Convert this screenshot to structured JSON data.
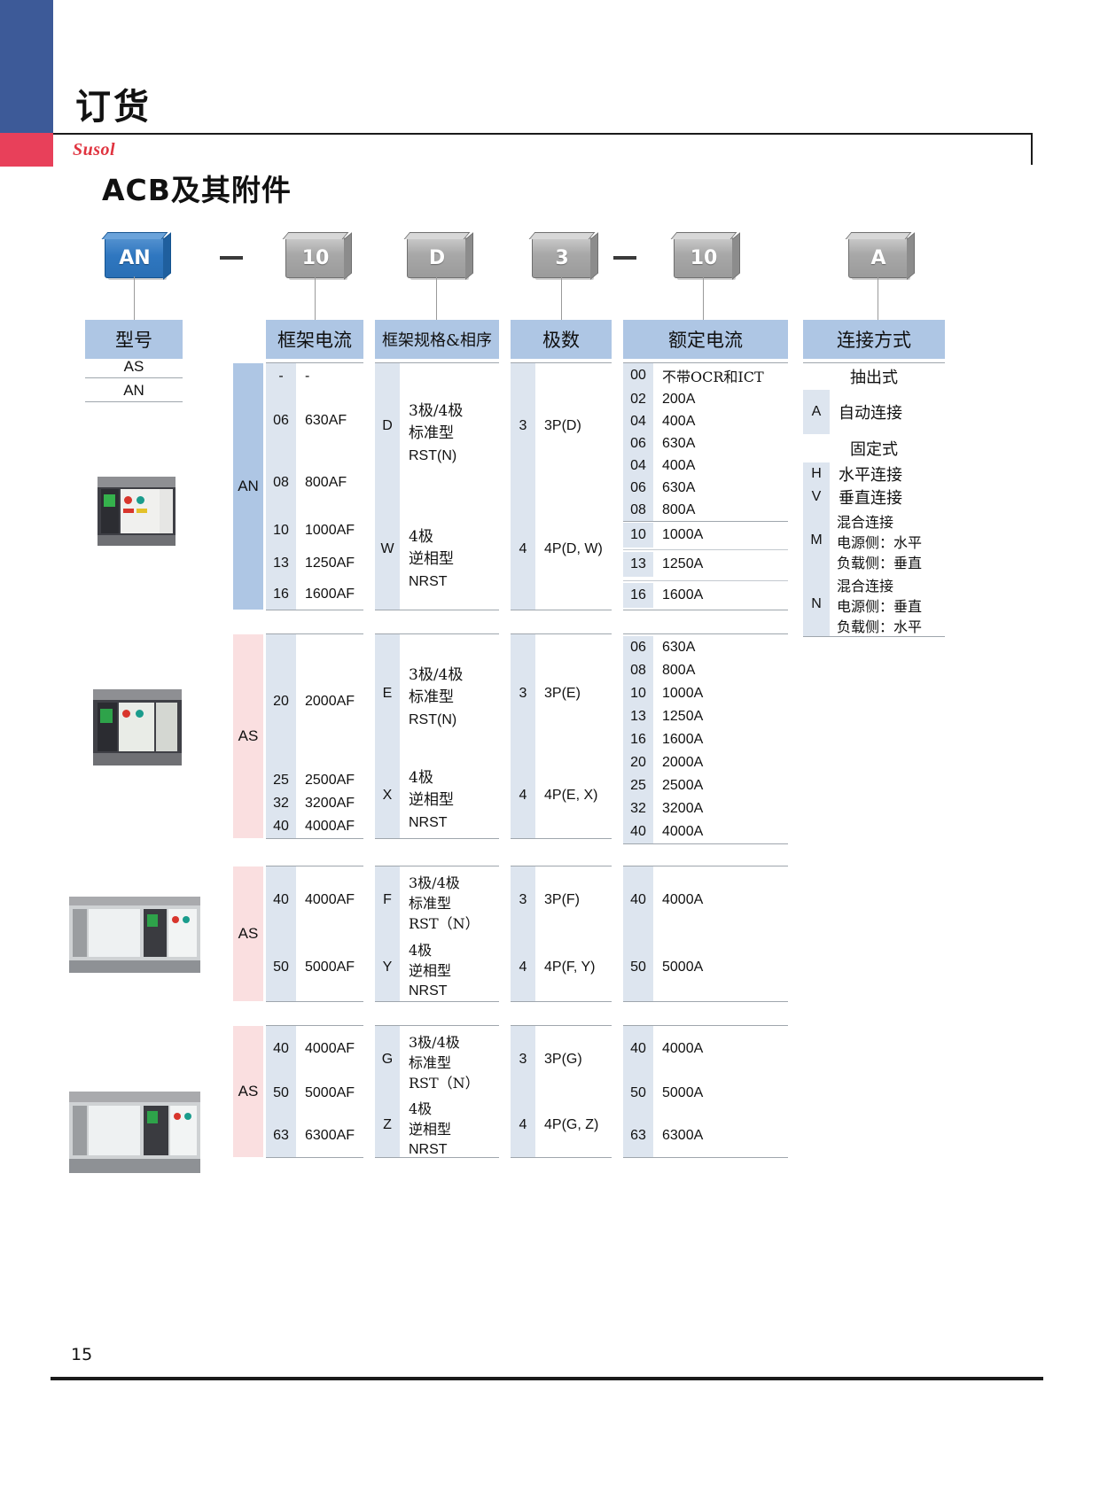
{
  "page": {
    "header_title": "订货",
    "brand": "Susol",
    "section_title": "ACB及其附件",
    "page_number": "15",
    "accent_blue": "#3d5a98",
    "accent_red": "#e8405a",
    "header_chip_blue": "#aec6e4",
    "model_an_color": "#aec6e4",
    "model_as_color": "#fadfe0"
  },
  "code_badges": [
    {
      "label": "AN",
      "style": "blue"
    },
    {
      "label": "10",
      "style": "grey"
    },
    {
      "label": "D",
      "style": "grey"
    },
    {
      "label": "3",
      "style": "grey"
    },
    {
      "label": "10",
      "style": "grey"
    },
    {
      "label": "A",
      "style": "grey"
    }
  ],
  "separators": [
    "—",
    "—"
  ],
  "columns": {
    "model": "型号",
    "frame_current": "框架电流",
    "frame_spec_phase": "框架规格&相序",
    "poles": "极数",
    "rated_current": "额定电流",
    "connection": "连接方式"
  },
  "model_list": [
    "AS",
    "AN"
  ],
  "blocks": [
    {
      "model": "AN",
      "model_style": "an",
      "frame_currents": [
        {
          "code": "-",
          "value": "-"
        },
        {
          "code": "06",
          "value": "630AF"
        },
        {
          "code": "08",
          "value": "800AF"
        },
        {
          "code": "10",
          "value": "1000AF"
        },
        {
          "code": "13",
          "value": "1250AF"
        },
        {
          "code": "16",
          "value": "1600AF"
        }
      ],
      "frame_specs": [
        {
          "code": "D",
          "line1": "3极/4极",
          "line2": "标准型",
          "line3": "RST(N)"
        },
        {
          "code": "W",
          "line1": "4极",
          "line2": "逆相型",
          "line3": "NRST"
        }
      ],
      "poles": [
        {
          "code": "3",
          "value": "3P(D)"
        },
        {
          "code": "4",
          "value": "4P(D, W)"
        }
      ],
      "rated_currents": [
        {
          "code": "00",
          "value": "不带OCR和ICT"
        },
        {
          "code": "02",
          "value": "200A"
        },
        {
          "code": "04",
          "value": "400A"
        },
        {
          "code": "06",
          "value": "630A"
        },
        {
          "code": "04",
          "value": "400A"
        },
        {
          "code": "06",
          "value": "630A"
        },
        {
          "code": "08",
          "value": "800A"
        },
        {
          "code": "10",
          "value": "1000A"
        },
        {
          "code": "13",
          "value": "1250A"
        },
        {
          "code": "16",
          "value": "1600A"
        }
      ]
    },
    {
      "model": "AS",
      "model_style": "as",
      "frame_currents": [
        {
          "code": "20",
          "value": "2000AF"
        },
        {
          "code": "25",
          "value": "2500AF"
        },
        {
          "code": "32",
          "value": "3200AF"
        },
        {
          "code": "40",
          "value": "4000AF"
        }
      ],
      "frame_specs": [
        {
          "code": "E",
          "line1": "3极/4极",
          "line2": "标准型",
          "line3": "RST(N)"
        },
        {
          "code": "X",
          "line1": "4极",
          "line2": "逆相型",
          "line3": "NRST"
        }
      ],
      "poles": [
        {
          "code": "3",
          "value": "3P(E)"
        },
        {
          "code": "4",
          "value": "4P(E, X)"
        }
      ],
      "rated_currents": [
        {
          "code": "06",
          "value": "630A"
        },
        {
          "code": "08",
          "value": "800A"
        },
        {
          "code": "10",
          "value": "1000A"
        },
        {
          "code": "13",
          "value": "1250A"
        },
        {
          "code": "16",
          "value": "1600A"
        },
        {
          "code": "20",
          "value": "2000A"
        },
        {
          "code": "25",
          "value": "2500A"
        },
        {
          "code": "32",
          "value": "3200A"
        },
        {
          "code": "40",
          "value": "4000A"
        }
      ]
    },
    {
      "model": "AS",
      "model_style": "as",
      "frame_currents": [
        {
          "code": "40",
          "value": "4000AF"
        },
        {
          "code": "50",
          "value": "5000AF"
        }
      ],
      "frame_specs": [
        {
          "code": "F",
          "line1": "3极/4极",
          "line2": "标准型",
          "line3": "RST（N）"
        },
        {
          "code": "Y",
          "line1": "4极",
          "line2": "逆相型",
          "line3": "NRST"
        }
      ],
      "poles": [
        {
          "code": "3",
          "value": "3P(F)"
        },
        {
          "code": "4",
          "value": "4P(F, Y)"
        }
      ],
      "rated_currents": [
        {
          "code": "40",
          "value": "4000A"
        },
        {
          "code": "50",
          "value": "5000A"
        }
      ]
    },
    {
      "model": "AS",
      "model_style": "as",
      "frame_currents": [
        {
          "code": "40",
          "value": "4000AF"
        },
        {
          "code": "50",
          "value": "5000AF"
        },
        {
          "code": "63",
          "value": "6300AF"
        }
      ],
      "frame_specs": [
        {
          "code": "G",
          "line1": "3极/4极",
          "line2": "标准型",
          "line3": "RST（N）"
        },
        {
          "code": "Z",
          "line1": "4极",
          "line2": "逆相型",
          "line3": "NRST"
        }
      ],
      "poles": [
        {
          "code": "3",
          "value": "3P(G)"
        },
        {
          "code": "4",
          "value": "4P(G, Z)"
        }
      ],
      "rated_currents": [
        {
          "code": "40",
          "value": "4000A"
        },
        {
          "code": "50",
          "value": "5000A"
        },
        {
          "code": "63",
          "value": "6300A"
        }
      ]
    }
  ],
  "connection": {
    "group1_title": "抽出式",
    "group1_rows": [
      {
        "code": "A",
        "lines": [
          "自动连接"
        ]
      }
    ],
    "group2_title": "固定式",
    "group2_rows": [
      {
        "code": "H",
        "lines": [
          "水平连接"
        ]
      },
      {
        "code": "V",
        "lines": [
          "垂直连接"
        ]
      },
      {
        "code": "M",
        "lines": [
          "混合连接",
          "电源侧：水平",
          "负载侧：垂直"
        ]
      },
      {
        "code": "N",
        "lines": [
          "混合连接",
          "电源侧：垂直",
          "负载侧：水平"
        ]
      }
    ]
  }
}
